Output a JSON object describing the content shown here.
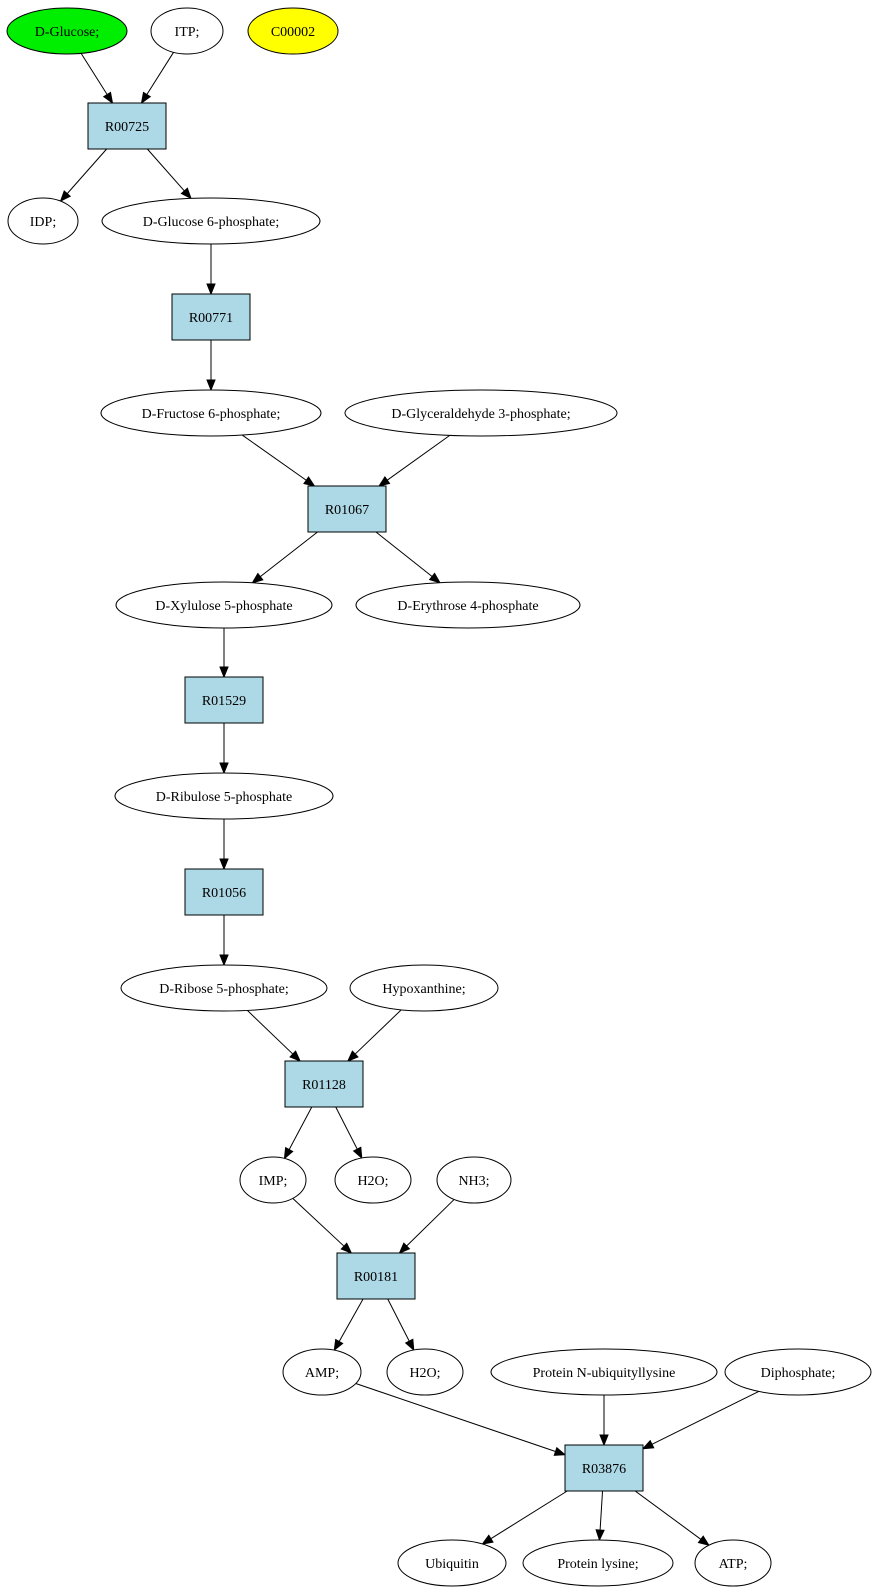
{
  "colors": {
    "compound_fill": "#ffffff",
    "reaction_fill": "#add8e6",
    "highlight_source": "#00ee00",
    "highlight_target": "#ffff00",
    "stroke": "#000000"
  },
  "compounds": {
    "dglucose": "D-Glucose;",
    "itp": "ITP;",
    "c00002": "C00002",
    "idp": "IDP;",
    "g6p": "D-Glucose 6-phosphate;",
    "f6p": "D-Fructose 6-phosphate;",
    "gap": "D-Glyceraldehyde 3-phosphate;",
    "x5p": "D-Xylulose 5-phosphate",
    "e4p": "D-Erythrose 4-phosphate",
    "ru5p": "D-Ribulose 5-phosphate",
    "r5p": "D-Ribose 5-phosphate;",
    "hypoxanthine": "Hypoxanthine;",
    "imp": "IMP;",
    "h2o_a": "H2O;",
    "nh3": "NH3;",
    "amp": "AMP;",
    "h2o_b": "H2O;",
    "ubqlys": "Protein N-ubiquityllysine",
    "diphosphate": "Diphosphate;",
    "ubiquitin": "Ubiquitin",
    "proteinlys": "Protein lysine;",
    "atp": "ATP;"
  },
  "reactions": {
    "r00725": "R00725",
    "r00771": "R00771",
    "r01067": "R01067",
    "r01529": "R01529",
    "r01056": "R01056",
    "r01128": "R01128",
    "r00181": "R00181",
    "r03876": "R03876"
  }
}
